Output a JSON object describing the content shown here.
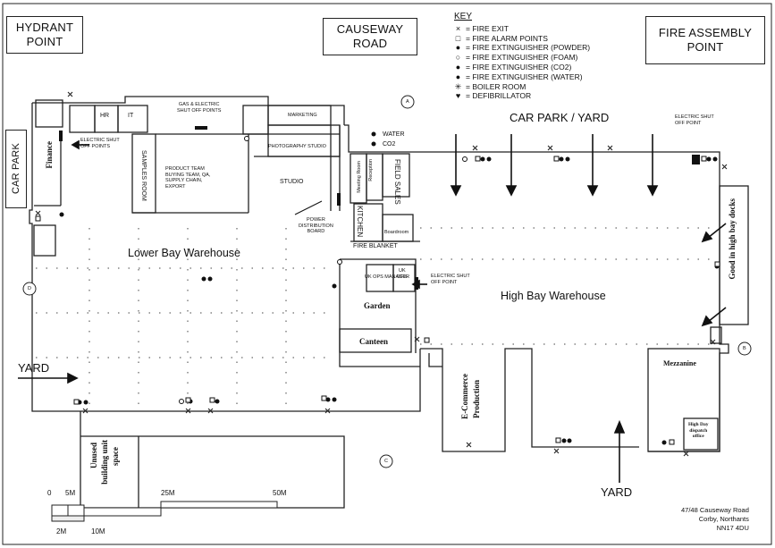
{
  "labels": {
    "hydrant_point": [
      "HYDRANT",
      "POINT"
    ],
    "causeway_road": [
      "CAUSEWAY",
      "ROAD"
    ],
    "fire_assembly_point": [
      "FIRE ASSEMBLY",
      "POINT"
    ],
    "car_park_left": "CAR PARK",
    "car_park_yard": "CAR PARK / YARD",
    "yard_left": "YARD",
    "yard_bottom": "YARD"
  },
  "key": {
    "title": "KEY",
    "items": [
      {
        "symbol": "×",
        "label": "= FIRE EXIT"
      },
      {
        "symbol": "□",
        "label": "= FIRE ALARM POINTS"
      },
      {
        "symbol": "●",
        "label": "= FIRE EXTINGUISHER (POWDER)"
      },
      {
        "symbol": "○",
        "label": "= FIRE EXTINGUISHER (FOAM)"
      },
      {
        "symbol": "●",
        "label": "= FIRE EXTINGUISHER (CO2)"
      },
      {
        "symbol": "●",
        "label": "= FIRE EXTINGUISHER (WATER)"
      },
      {
        "symbol": "✳",
        "label": "= BOILER ROOM"
      },
      {
        "symbol": "♥",
        "label": "= DEFIBRILLATOR"
      }
    ]
  },
  "rooms": {
    "finance": "Finance",
    "hr": "HR",
    "it": "IT",
    "samples_room": "SAMPLES ROOM",
    "product_team": [
      "PRODUCT TEAM",
      "BUYING TEAM, QA,",
      "SUPPLY CHAIN,",
      "EXPORT"
    ],
    "photography_studio": "PHOTOGRAPHY STUDIO",
    "marketing": "MARKETING",
    "studio": "STUDIO",
    "reception": "Reception",
    "kitchen": "KITCHEN",
    "field_sales": "FIELD SALES",
    "boardroom": "Boardroom",
    "meeting_room": "Meeting Room",
    "lower_bay": "Lower Bay Warehouse",
    "high_bay": "High Bay Warehouse",
    "garden": "Garden",
    "canteen": "Canteen",
    "ecommerce": [
      "E-Commerce",
      "Production"
    ],
    "mezzanine": "Mezzanine",
    "high_day_dispatch": [
      "High Day",
      "dispatch",
      "office"
    ],
    "goods_in": "Good in high bay docks",
    "unused": [
      "Unused",
      "building unit",
      "space"
    ],
    "uk_ops": [
      "UK",
      "OPS"
    ],
    "dept_manager": "UK OPS MANAGER"
  },
  "annotations": {
    "gas_electric": [
      "GAS & ELECTRIC",
      "SHUT OFF POINTS"
    ],
    "electric_shut_left": [
      "ELECTRIC SHUT",
      "OFF POINTS"
    ],
    "electric_shut_right": [
      "ELECTRIC SHUT",
      "OFF POINT"
    ],
    "electric_shut_mid": [
      "ELECTRIC SHUT",
      "OFF POINT"
    ],
    "power_board": [
      "POWER",
      "DISTRIBUTION",
      "BOARD"
    ],
    "fire_blanket": "FIRE BLANKET",
    "water": "WATER",
    "co2": "CO2",
    "circle_a": "A",
    "circle_b": "B",
    "circle_c": "C",
    "circle_d": "D"
  },
  "scale": {
    "labels": [
      "0",
      "5M",
      "25M",
      "50M",
      "2M",
      "10M"
    ]
  },
  "address": [
    "47/48 Causeway Road",
    "Corby, Northants",
    "NN17 4DU"
  ]
}
